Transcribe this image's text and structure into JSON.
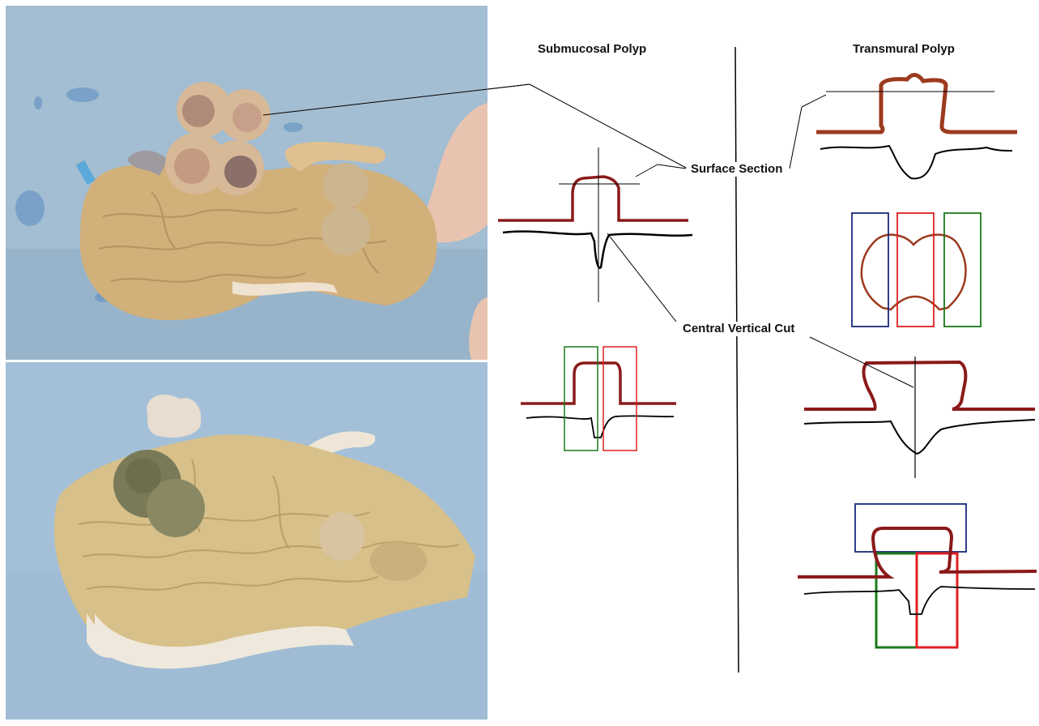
{
  "headers": {
    "submucosal": "Submucosal Polyp",
    "transmural": "Transmural Polyp"
  },
  "callouts": {
    "surface_section": "Surface Section",
    "central_vertical_cut": "Central Vertical Cut"
  },
  "colors": {
    "polyp_outline": "#8b1a1a",
    "polyp_outline_light": "#a0401a",
    "mucosa_line": "#000000",
    "section_box_blue": "#1a2a7a",
    "section_box_red": "#e02020",
    "section_box_green": "#1a7a1a",
    "photo_background": "#9dbad0",
    "tissue": "#d2b07a"
  },
  "photos": {
    "top": "Opened bowel specimen with sectioned polyps",
    "bottom": "Opened bowel specimen with intact polyps"
  }
}
